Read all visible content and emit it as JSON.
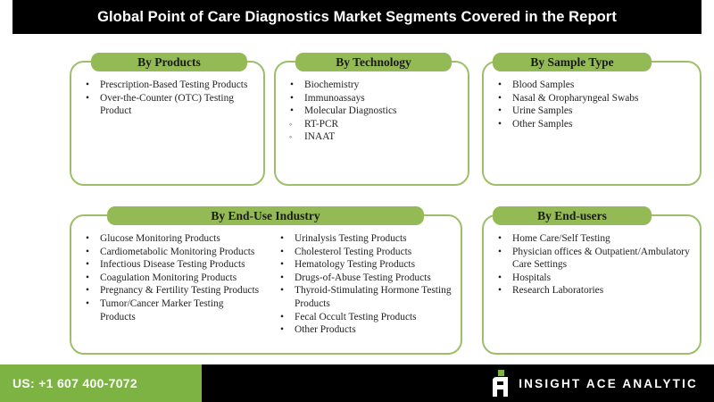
{
  "header": {
    "title": "Global Point of Care Diagnostics Market Segments Covered in the Report",
    "background_color": "#000000",
    "text_color": "#ffffff"
  },
  "theme": {
    "tab_green": "#94BA56",
    "border_green": "#9DBF6A",
    "footer_green": "#7CB342",
    "black": "#000000"
  },
  "cards": [
    {
      "id": "by-products",
      "title": "By Products",
      "columns": [
        {
          "items": [
            {
              "text": "Prescription-Based Testing Products",
              "marker": "filled"
            },
            {
              "text": "Over-the-Counter (OTC) Testing Product",
              "marker": "filled"
            }
          ]
        }
      ]
    },
    {
      "id": "by-technology",
      "title": "By Technology",
      "columns": [
        {
          "items": [
            {
              "text": "Biochemistry",
              "marker": "filled"
            },
            {
              "text": "Immunoassays",
              "marker": "filled"
            },
            {
              "text": "Molecular Diagnostics",
              "marker": "filled"
            },
            {
              "text": "RT-PCR",
              "marker": "hollow"
            },
            {
              "text": "INAAT",
              "marker": "hollow"
            }
          ]
        }
      ]
    },
    {
      "id": "by-sample-type",
      "title": "By Sample Type",
      "columns": [
        {
          "items": [
            {
              "text": "Blood Samples",
              "marker": "filled"
            },
            {
              "text": "Nasal & Oropharyngeal Swabs",
              "marker": "filled"
            },
            {
              "text": "Urine Samples",
              "marker": "filled"
            },
            {
              "text": "Other Samples",
              "marker": "filled"
            }
          ]
        }
      ]
    },
    {
      "id": "by-end-use-industry",
      "title": "By End-Use Industry",
      "columns": [
        {
          "items": [
            {
              "text": "Glucose Monitoring Products",
              "marker": "filled"
            },
            {
              "text": "Cardiometabolic Monitoring Products",
              "marker": "filled"
            },
            {
              "text": "Infectious Disease Testing Products",
              "marker": "filled"
            },
            {
              "text": "Coagulation Monitoring Products",
              "marker": "filled"
            },
            {
              "text": "Pregnancy & Fertility Testing Products",
              "marker": "filled"
            },
            {
              "text": "Tumor/Cancer Marker Testing Products",
              "marker": "filled"
            }
          ]
        },
        {
          "items": [
            {
              "text": "Urinalysis Testing Products",
              "marker": "filled"
            },
            {
              "text": "Cholesterol Testing Products",
              "marker": "filled"
            },
            {
              "text": "Hematology Testing Products",
              "marker": "filled"
            },
            {
              "text": "Drugs-of-Abuse Testing Products",
              "marker": "filled"
            },
            {
              "text": "Thyroid-Stimulating Hormone Testing Products",
              "marker": "filled"
            },
            {
              "text": "Fecal Occult Testing Products",
              "marker": "filled"
            },
            {
              "text": "Other Products",
              "marker": "filled"
            }
          ]
        }
      ]
    },
    {
      "id": "by-end-users",
      "title": "By End-users",
      "columns": [
        {
          "items": [
            {
              "text": "Home Care/Self Testing",
              "marker": "filled"
            },
            {
              "text": "Physician offices & Outpatient/Ambulatory Care Settings",
              "marker": "filled"
            },
            {
              "text": "Hospitals",
              "marker": "filled"
            },
            {
              "text": "Research Laboratories",
              "marker": "filled"
            }
          ]
        }
      ]
    }
  ],
  "footer": {
    "phone": "US: +1 607 400-7072",
    "brand": "INSIGHT ACE ANALYTIC",
    "logo_letter": "A"
  }
}
